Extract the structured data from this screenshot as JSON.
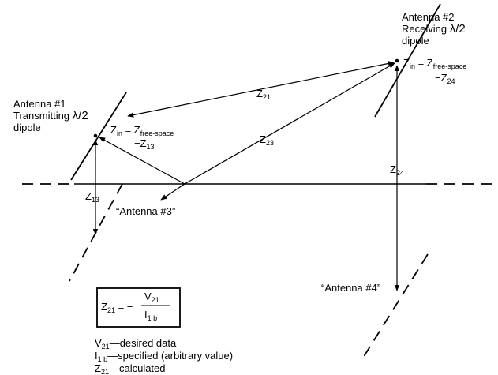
{
  "antenna1": {
    "title": "Antenna #1",
    "subtitle_prefix": "Transmitting ",
    "lambda": "λ/2",
    "subtitle_line3": "dipole",
    "zin": {
      "z": "Z",
      "in_sub": "in",
      "eq": " = Z",
      "fs_sub": "free-space",
      "minus": "−Z",
      "minus_sub": "13"
    }
  },
  "antenna2": {
    "title": "Antenna #2",
    "subtitle_prefix": "Receiving ",
    "lambda": "λ/2",
    "subtitle_line3": "dipole",
    "zin": {
      "z": "Z",
      "in_sub": "in",
      "eq": " = Z",
      "fs_sub": "free-space",
      "minus": "−Z",
      "minus_sub": "24"
    }
  },
  "antenna3_label": "“Antenna #3”",
  "antenna4_label": "“Antenna #4”",
  "impedances": {
    "z21": {
      "z": "Z",
      "sub": "21"
    },
    "z23": {
      "z": "Z",
      "sub": "23"
    },
    "z24": {
      "z": "Z",
      "sub": "24"
    },
    "z13": {
      "z": "Z",
      "sub": "13"
    }
  },
  "formula": {
    "lhs_z": "Z",
    "lhs_sub": "21",
    "eq": " = −",
    "num_v": "V",
    "num_sub": "21",
    "den_i": "I",
    "den_sub": "1 b"
  },
  "notes": [
    {
      "sym": "V",
      "sub": "21",
      "text": "—desired data"
    },
    {
      "sym": "I",
      "sub": "1 b",
      "text": "—specified (arbitrary value)"
    },
    {
      "sym": "Z",
      "sub": "21",
      "text": "—calculated"
    }
  ]
}
